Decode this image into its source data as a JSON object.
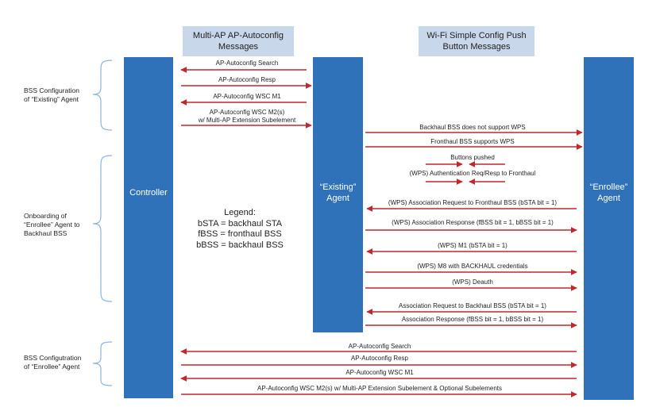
{
  "headers": {
    "multi_ap": [
      "Multi-AP AP-Autoconfig",
      "Messages"
    ],
    "wsc": [
      "Wi-Fi Simple Config Push",
      "Button Messages"
    ]
  },
  "lanes": {
    "controller": "Controller",
    "existing_agent": [
      "“Existing”",
      "Agent"
    ],
    "enrollee_agent": [
      "“Enrollee”",
      "Agent"
    ]
  },
  "phases": {
    "bss_config_existing": [
      "BSS Configuration",
      "of “Existing” Agent"
    ],
    "onboarding": [
      "Onboarding of",
      "“Enrollee” Agent to",
      "Backhaul BSS"
    ],
    "bss_config_enrollee": [
      "BSS Configutration",
      "of “Enrollee” Agent"
    ]
  },
  "legend": {
    "title": "Legend:",
    "lines": [
      "bSTA = backhaul STA",
      "fBSS = fronthaul BSS",
      "bBSS = backhaul BSS"
    ]
  },
  "messages": {
    "m1": "AP-Autoconfig Search",
    "m2": "AP-Autoconfig Resp",
    "m3": "AP-Autoconfig WSC M1",
    "m4": [
      "AP-Autoconfig WSC M2(s)",
      "w/ Multi-AP Extension Subelement"
    ],
    "m5": "Backhaul BSS does not support WPS",
    "m6": "Fronthaul BSS supports WPS",
    "m7": "Buttons pushed",
    "m8": "(WPS) Authentication Req/Resp to Fronthaul",
    "m9": "(WPS) Association Request to Fronthaul BSS (bSTA bit = 1)",
    "m10": "(WPS) Association Response (fBSS bit = 1, bBSS bit = 1)",
    "m11": "(WPS) M1 (bSTA bit = 1)",
    "m12": "(WPS) M8 with BACKHAUL credentials",
    "m13": "(WPS) Deauth",
    "m14": "Association Request to Backhaul BSS (bSTA bit = 1)",
    "m15": "Association Response (fBSS bit = 1, bBSS bit = 1)",
    "m16": "AP-Autoconfig Search",
    "m17": "AP-Autoconfig Resp",
    "m18": "AP-Autoconfig WSC M1",
    "m19": "AP-Autoconfig WSC M2(s) w/ Multi-AP Extension Subelement & Optional Subelements"
  },
  "colors": {
    "lane": "#2f72ba",
    "header": "#c9d7ea",
    "arrow": "#c0282d",
    "brace": "#8fb3dc"
  }
}
